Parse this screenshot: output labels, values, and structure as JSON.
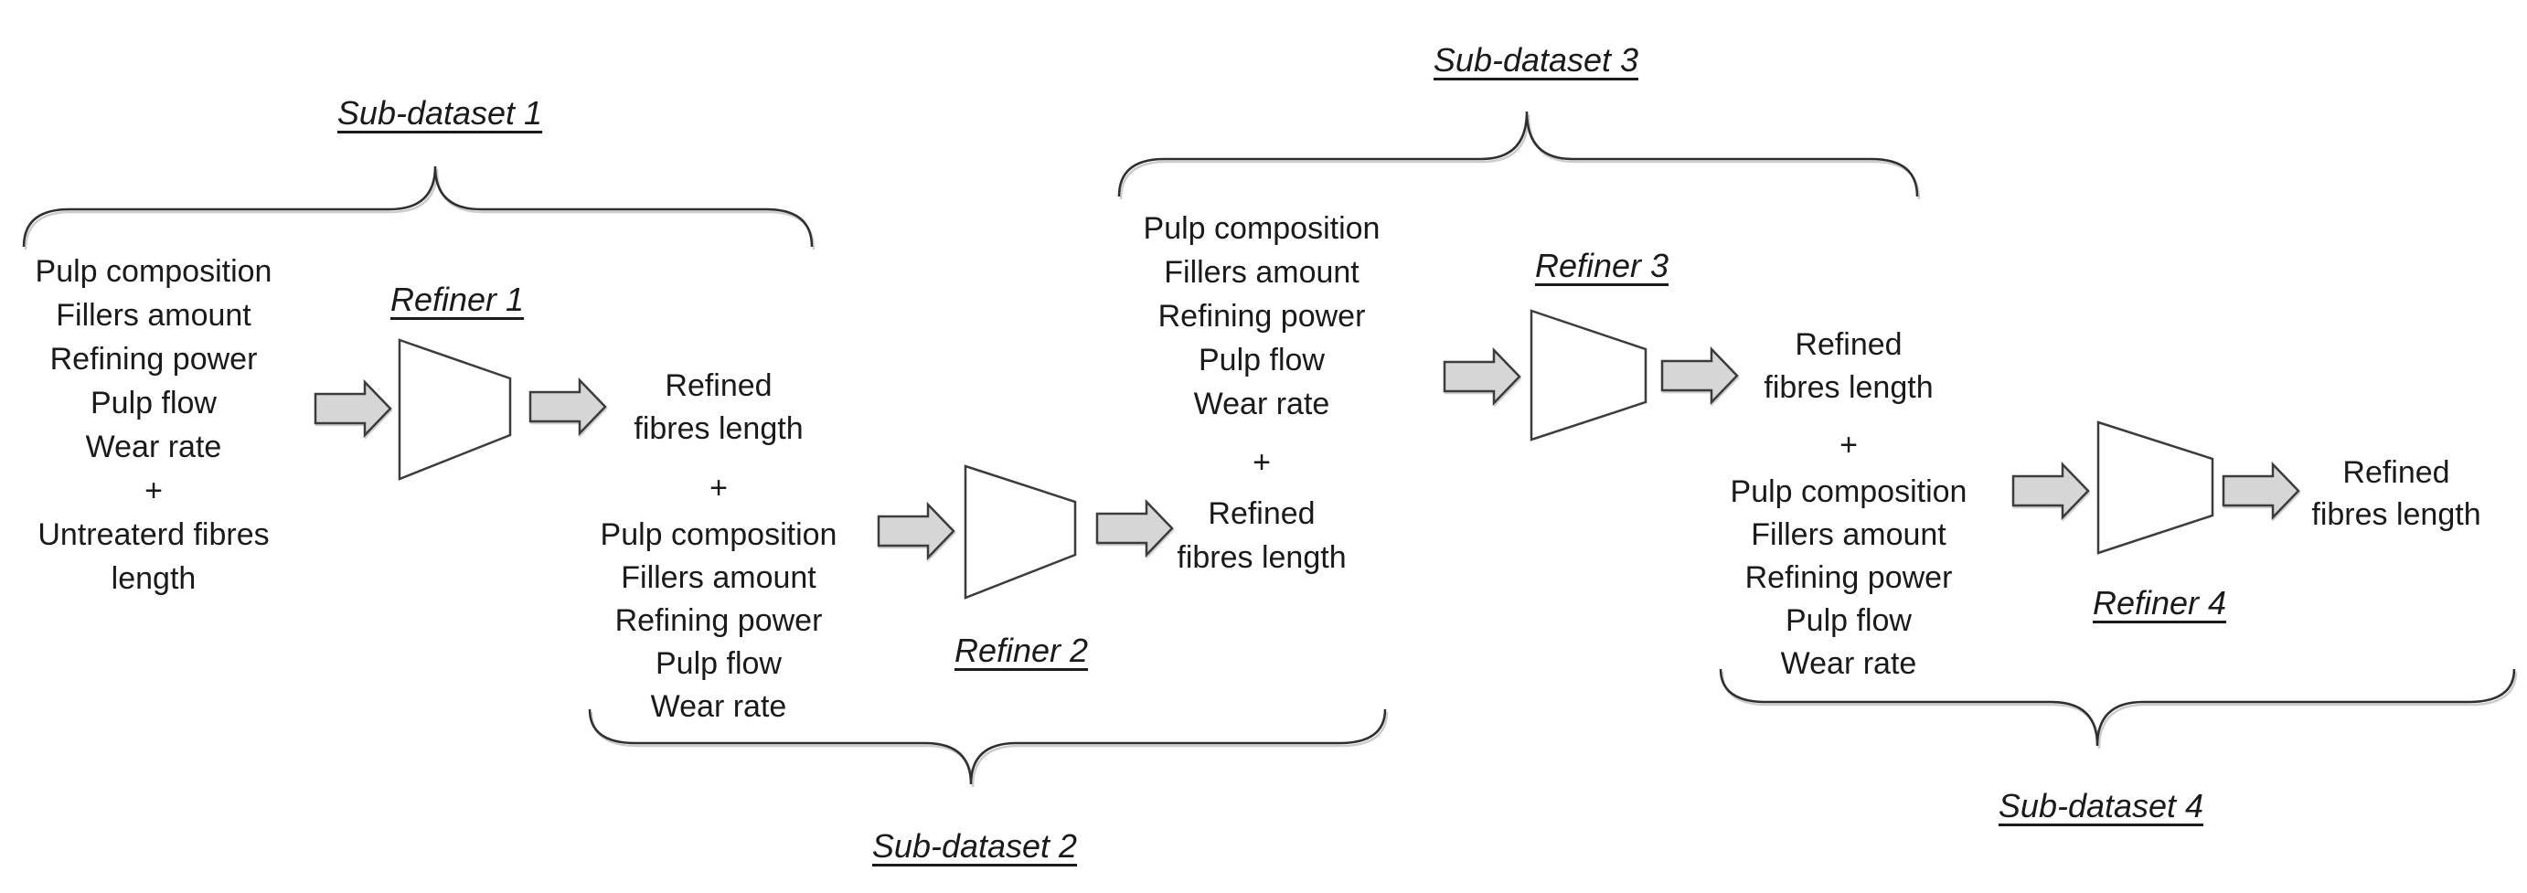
{
  "style": {
    "background": "#ffffff",
    "text_color": "#1a1a1a",
    "line_color": "#2f2f2f",
    "arrow_fill": "#d6d6d6",
    "arrow_stroke": "#3c3c3c",
    "refiner_fill": "#ffffff"
  },
  "sub_datasets": [
    {
      "label": "Sub-dataset 1"
    },
    {
      "label": "Sub-dataset 2"
    },
    {
      "label": "Sub-dataset 3"
    },
    {
      "label": "Sub-dataset 4"
    }
  ],
  "refiners": [
    {
      "label": "Refiner 1"
    },
    {
      "label": "Refiner 2"
    },
    {
      "label": "Refiner 3"
    },
    {
      "label": "Refiner 4"
    }
  ],
  "columns": {
    "input1": [
      "Pulp composition",
      "Fillers amount",
      "Refining power",
      "Pulp flow",
      "Wear rate",
      "+",
      "Untreaterd fibres",
      "length"
    ],
    "input2": [
      "Refined",
      "fibres length",
      "+",
      "Pulp composition",
      "Fillers amount",
      "Refining power",
      "Pulp flow",
      "Wear rate"
    ],
    "input3": [
      "Pulp composition",
      "Fillers amount",
      "Refining power",
      "Pulp flow",
      "Wear rate",
      "+",
      "Refined",
      "fibres length"
    ],
    "input4": [
      "Refined",
      "fibres length",
      "+",
      "Pulp composition",
      "Fillers amount",
      "Refining power",
      "Pulp flow",
      "Wear rate"
    ],
    "final_output": [
      "Refined",
      "fibres length"
    ]
  }
}
